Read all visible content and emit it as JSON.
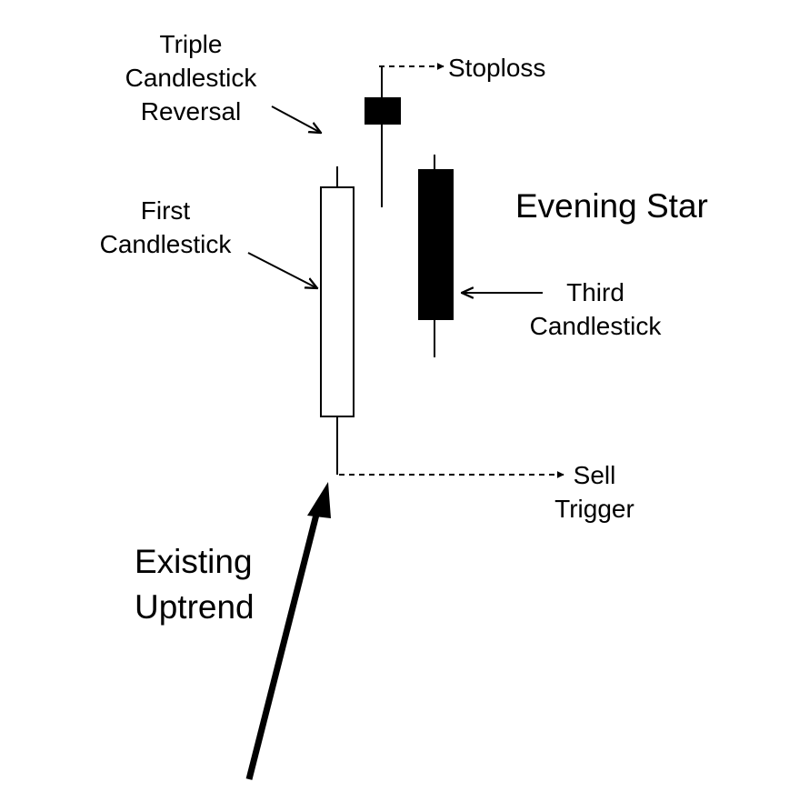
{
  "diagram": {
    "pattern_title": "Evening Star",
    "labels": {
      "triple_reversal": [
        "Triple",
        "Candlestick",
        "Reversal"
      ],
      "first_candle": [
        "First",
        "Candlestick"
      ],
      "third_candle": [
        "Third",
        "Candlestick"
      ],
      "stoploss": "Stoploss",
      "sell_trigger": [
        "Sell",
        "Trigger"
      ],
      "uptrend": [
        "Existing",
        "Uptrend"
      ]
    },
    "candles": [
      {
        "name": "first-candlestick",
        "body": "white"
      },
      {
        "name": "star-candlestick",
        "body": "black"
      },
      {
        "name": "third-candlestick",
        "body": "black"
      }
    ],
    "colors": {
      "ink": "#000000",
      "background": "#ffffff"
    }
  }
}
